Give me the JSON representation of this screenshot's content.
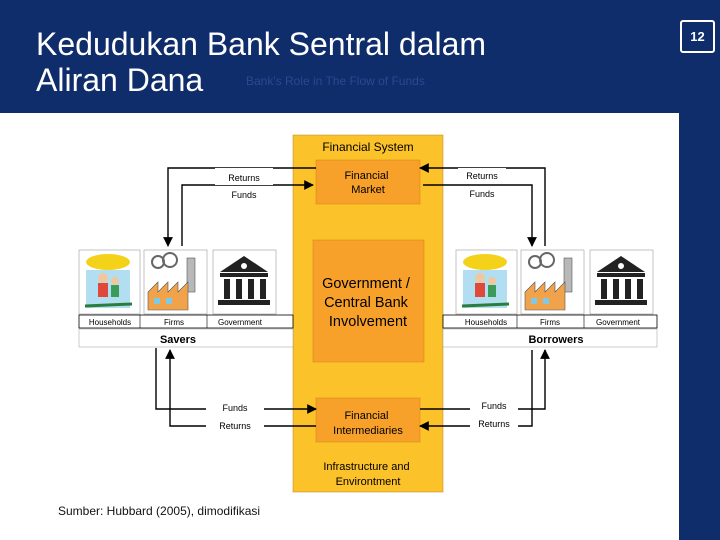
{
  "slide": {
    "title_line1": "Kedudukan Bank Sentral dalam",
    "title_line2": "Aliran Dana",
    "subtitle": "Bank's Role in The Flow of Funds",
    "page_number": "12",
    "source": "Sumber: Hubbard (2005), dimodifikasi"
  },
  "diagram": {
    "financial_system": "Financial System",
    "financial_market": [
      "Financial",
      "Market"
    ],
    "government": [
      "Government /",
      "Central Bank",
      "Involvement"
    ],
    "financial_intermediaries": [
      "Financial",
      "Intermediaries"
    ],
    "infrastructure": [
      "Infrastructure and",
      "Environtment"
    ],
    "left": {
      "returns_top": "Returns",
      "funds_top": "Funds",
      "funds_bottom": "Funds",
      "returns_bottom": "Returns",
      "group_label": "Savers",
      "entities": [
        "Households",
        "Firms",
        "Government"
      ]
    },
    "right": {
      "returns_top": "Returns",
      "funds_top": "Funds",
      "funds_bottom": "Funds",
      "returns_bottom": "Returns",
      "group_label": "Borrowers",
      "entities": [
        "Households",
        "Firms",
        "Government"
      ]
    }
  },
  "colors": {
    "header": "#0f2c6b",
    "system_band": "#fcc22a",
    "box_orange": "#f7a12a"
  }
}
